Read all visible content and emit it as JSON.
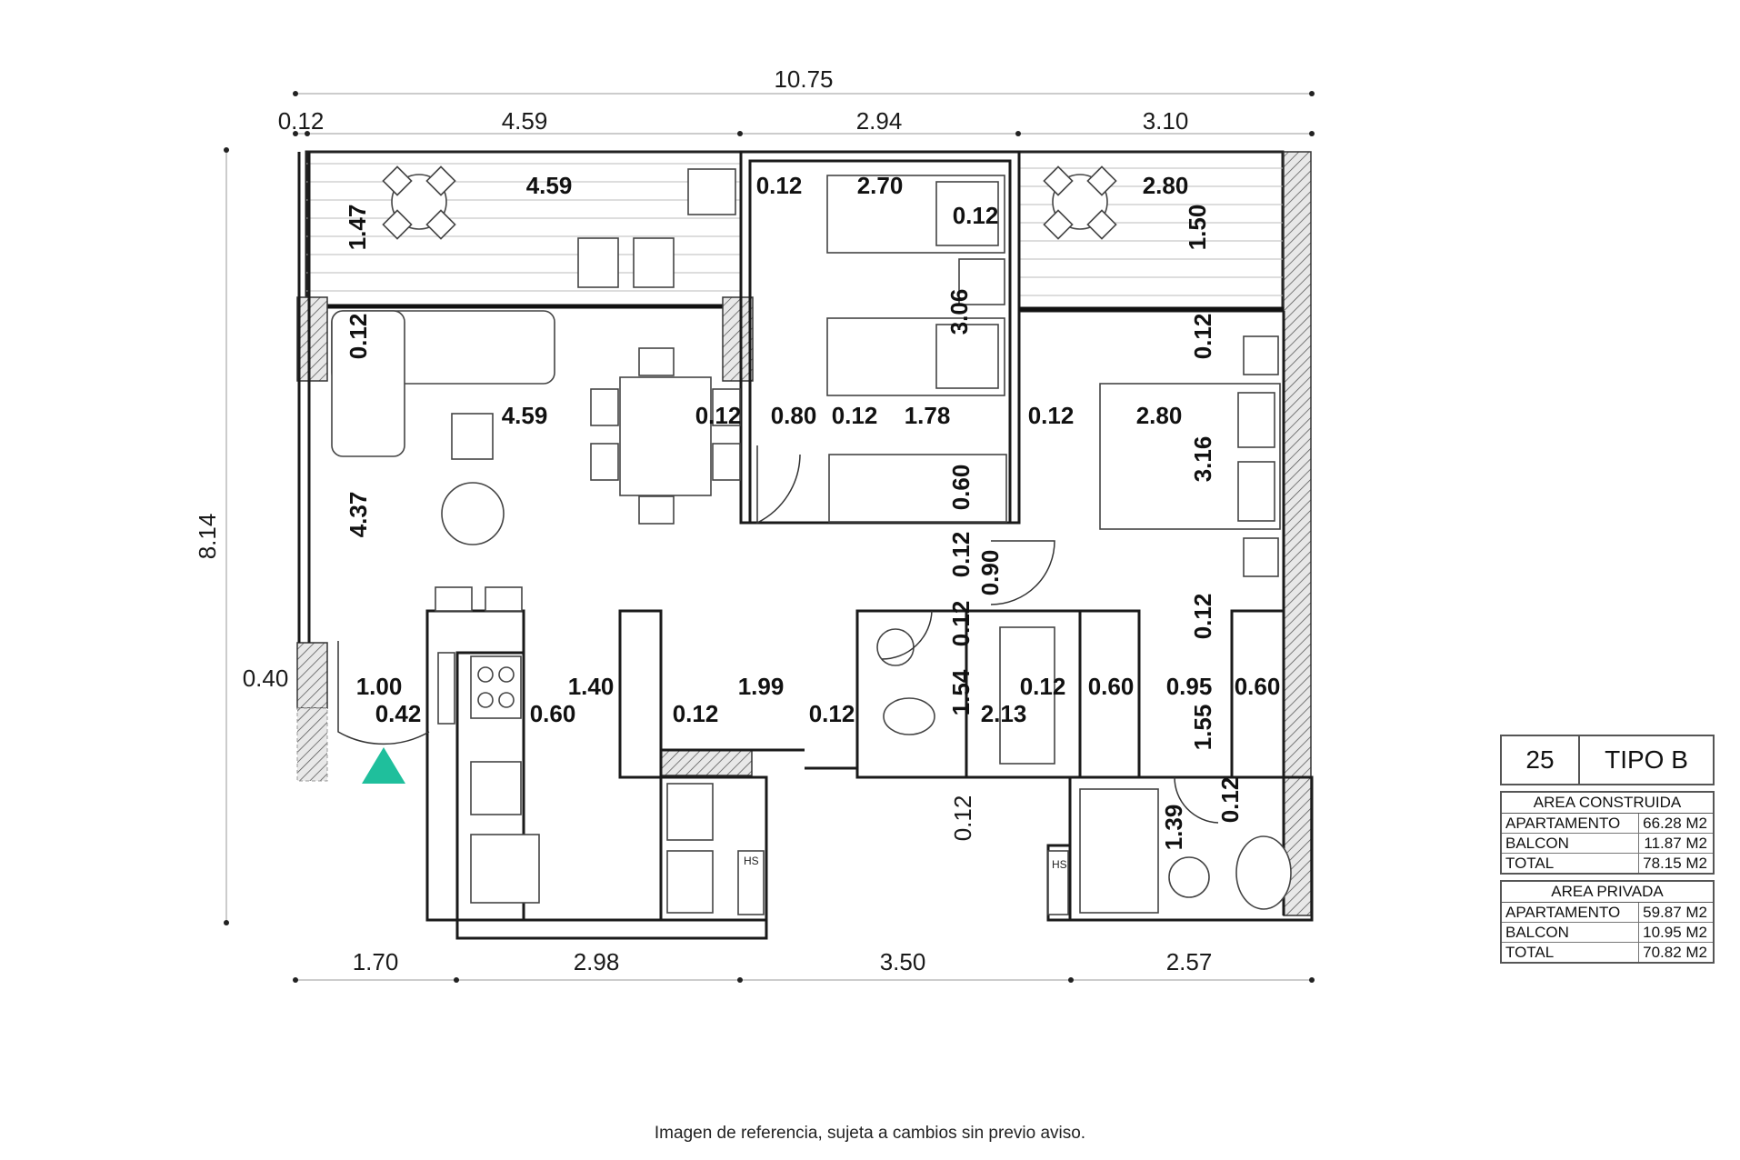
{
  "plan": {
    "top_dims": {
      "total": "10.75",
      "segments": [
        "0.12",
        "4.59",
        "2.94",
        "3.10"
      ]
    },
    "bottom_dims": [
      "1.70",
      "2.98",
      "3.50",
      "2.57"
    ],
    "left_dims": {
      "total": "8.14",
      "door_offset": "0.40"
    },
    "interior_dims": {
      "balcony_left_w": "4.59",
      "balcony_left_h": "1.47",
      "bedroom2_wall": "0.12",
      "bedroom2_w": "2.70",
      "bedroom2_wall_b": "0.12",
      "bedroom2_h": "3.06",
      "balcony_right_w": "2.80",
      "balcony_right_h": "1.50",
      "living_wall": "0.12",
      "living_w": "4.59",
      "living_h": "4.37",
      "dining_wall": "0.12",
      "corridor_w": "0.80",
      "bedroom2_inner_wall": "0.12",
      "closet_w": "1.78",
      "master_wall_left": "0.12",
      "master_w": "2.80",
      "master_h": "3.16",
      "master_wall_top": "0.12",
      "closet_depth": "0.60",
      "hall_wall": "0.12",
      "hall_door": "0.90",
      "bath_wall": "0.12",
      "master_wall_bottom": "0.12",
      "entry_door": "1.00",
      "entry_offset": "0.42",
      "kitchen_w": "1.40",
      "kitchen_counter": "0.60",
      "laundry_wall": "0.12",
      "hall_w": "1.99",
      "bath_wall_left": "0.12",
      "bath_h": "1.54",
      "bath_w": "2.13",
      "shower_wall": "0.12",
      "closet2_w": "0.60",
      "dress_w": "0.95",
      "closet3_w": "0.60",
      "dress_h": "1.55",
      "bath2_wall_top": "0.12",
      "bath2_h": "1.39",
      "bath2_wall": "0.12",
      "bath_bottom_wall": "0.12"
    },
    "labels": {
      "heater": "HS",
      "heater2": "HS"
    },
    "entry_marker_color": "#1fbf9c"
  },
  "area_table": {
    "unit_number": "25",
    "unit_type": "TIPO B",
    "built": {
      "title": "AREA CONSTRUIDA",
      "rows": [
        {
          "label": "APARTAMENTO",
          "value": "66.28 M2"
        },
        {
          "label": "BALCON",
          "value": "11.87 M2"
        },
        {
          "label": "TOTAL",
          "value": "78.15 M2"
        }
      ]
    },
    "private": {
      "title": "AREA PRIVADA",
      "rows": [
        {
          "label": "APARTAMENTO",
          "value": "59.87 M2"
        },
        {
          "label": "BALCON",
          "value": "10.95 M2"
        },
        {
          "label": "TOTAL",
          "value": "70.82 M2"
        }
      ]
    }
  },
  "footer": {
    "disclaimer": "Imagen de referencia, sujeta a cambios sin previo aviso."
  }
}
